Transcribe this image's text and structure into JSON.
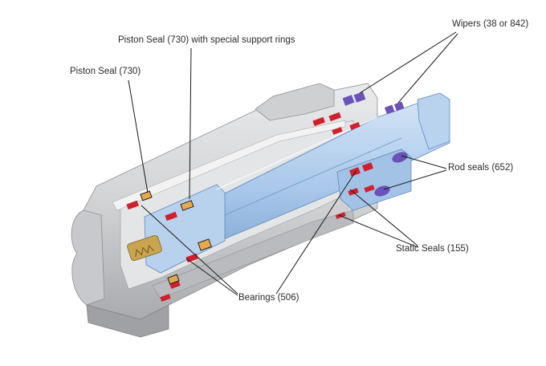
{
  "labels": {
    "piston_seal_support": "Piston Seal (730) with special support rings",
    "piston_seal": "Piston Seal (730)",
    "wipers": "Wipers (38 or 842)",
    "rod_seals": "Rod seals (652)",
    "static_seals": "Static Seals (155)",
    "bearings": "Bearings (506)"
  },
  "colors": {
    "housing": "#d3d4d6",
    "housing_dark": "#a9abae",
    "housing_light": "#ececed",
    "rod": "#a9c8ea",
    "rod_dark": "#7ea5d2",
    "rod_light": "#cfe1f5",
    "seal_red": "#d0202e",
    "wiper_purple": "#6a52b8",
    "support_ring": "#e8a94a",
    "fitting_gold": "#c9a550",
    "leader": "#1a1a1a"
  }
}
